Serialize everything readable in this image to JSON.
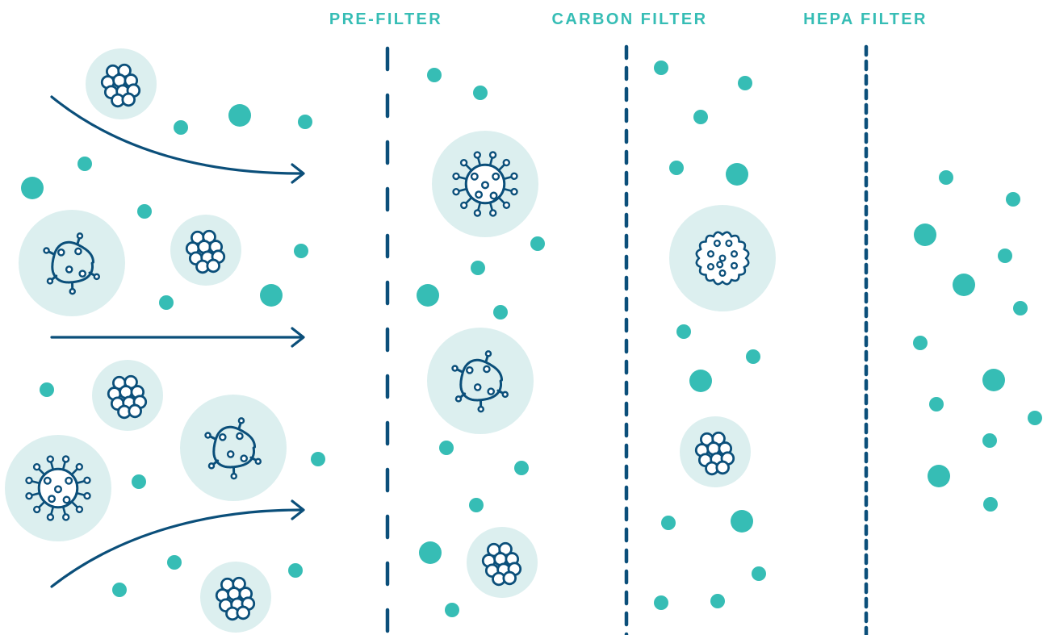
{
  "labels": {
    "pre_filter": "PRE-FILTER",
    "carbon_filter": "CARBON FILTER",
    "hepa_filter": "HEPA FILTER"
  },
  "colors": {
    "line": "#0b4f7a",
    "particle": "#36bdb5",
    "halo": "#dcefef",
    "label": "#36bdb5"
  },
  "icons": {
    "spiky": "spiky-germ-icon",
    "virus": "virus-icon",
    "cluster": "cluster-icon",
    "gear": "gear-germ-icon",
    "arrow": "airflow-arrow-icon",
    "particle": "particle-dot-icon",
    "filter": "filter-barrier-line"
  }
}
